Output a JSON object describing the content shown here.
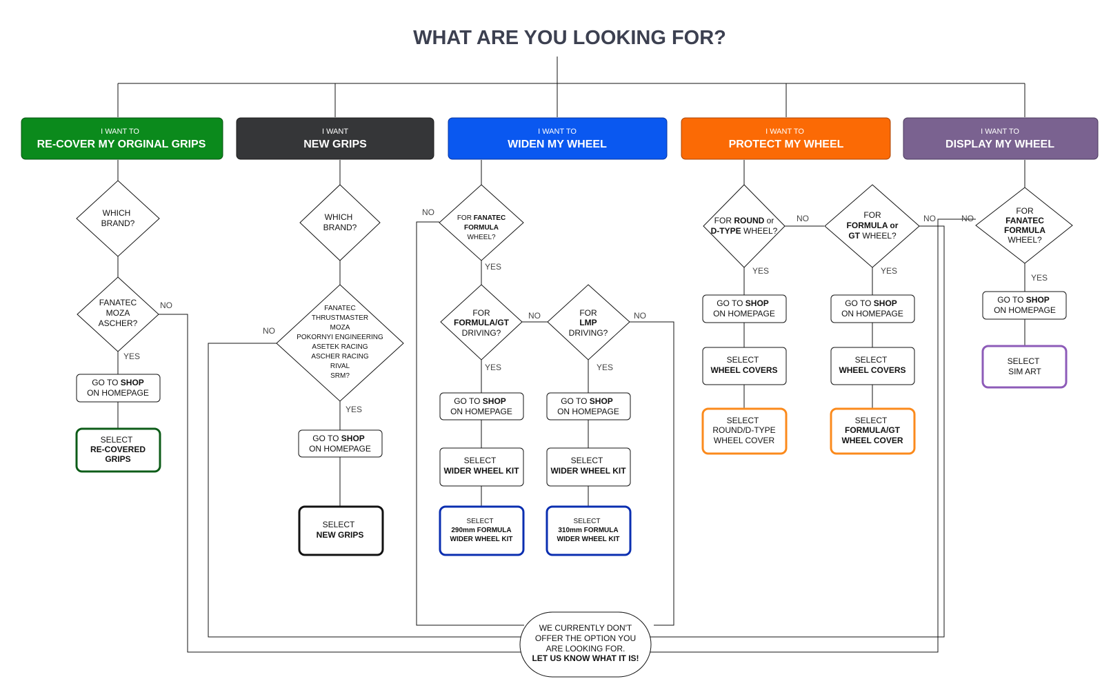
{
  "title": "WHAT ARE YOU LOOKING FOR?",
  "categories": {
    "recover": {
      "small": "I WANT TO",
      "big": "RE-COVER MY ORGINAL GRIPS",
      "color": "#0b8a1c"
    },
    "grips": {
      "small": "I WANT",
      "big": "NEW GRIPS",
      "color": "#353638"
    },
    "widen": {
      "small": "I WANT TO",
      "big": "WIDEN MY WHEEL",
      "color": "#0a58f0"
    },
    "protect": {
      "small": "I WANT TO",
      "big": "PROTECT MY WHEEL",
      "color": "#fb6a05"
    },
    "display": {
      "small": "I WANT TO",
      "big": "DISPLAY MY WHEEL",
      "color": "#7a6290"
    }
  },
  "labels": {
    "yes": "YES",
    "no": "NO"
  },
  "shop": {
    "go_to": "GO TO ",
    "shop": "SHOP",
    "homepage": "ON HOMEPAGE"
  },
  "recover": {
    "which_brand": [
      "WHICH",
      "BRAND?"
    ],
    "brand_q": [
      "FANATEC",
      "MOZA",
      "ASCHER?"
    ],
    "result": [
      "SELECT",
      "RE-COVERED",
      "GRIPS"
    ],
    "result_color": "#0d5c18"
  },
  "grips": {
    "which_brand": [
      "WHICH",
      "BRAND?"
    ],
    "brands": [
      "FANATEC",
      "THRUSTMASTER",
      "MOZA",
      "POKORNYI ENGINEERING",
      "ASETEK RACING",
      "ASCHER RACING",
      "RIVAL",
      "SRM?"
    ],
    "result": [
      "SELECT",
      "NEW GRIPS"
    ],
    "result_color": "#111111"
  },
  "widen": {
    "fanatec_q": {
      "pre": "FOR ",
      "bold": "FANATEC",
      "line2": "FORMULA",
      "line3": "WHEEL?"
    },
    "formula_gt_q": [
      "FOR",
      "FORMULA/GT",
      "DRIVING?"
    ],
    "lmp_q": [
      "FOR",
      "LMP",
      "DRIVING?"
    ],
    "select_kit": [
      "SELECT",
      "WIDER WHEEL KIT"
    ],
    "result_290": [
      "SELECT",
      "290mm FORMULA",
      "WIDER WHEEL KIT"
    ],
    "result_310": [
      "SELECT",
      "310mm FORMULA",
      "WIDER WHEEL KIT"
    ],
    "result_color": "#0a2eb0"
  },
  "protect": {
    "round_q": {
      "pre": "FOR ",
      "bold": "ROUND",
      "post": " or",
      "line2a": "D-TYPE",
      "line2b": " WHEEL?"
    },
    "formula_q": {
      "line1": "FOR",
      "bold": "FORMULA",
      "post": " or",
      "line3a": "GT",
      "line3b": " WHEEL?"
    },
    "select_covers": [
      "SELECT",
      "WHEEL COVERS"
    ],
    "result_round": [
      "SELECT",
      "ROUND/D-TYPE",
      "WHEEL COVER"
    ],
    "result_formula": [
      "SELECT",
      "FORMULA/GT",
      "WHEEL COVER"
    ],
    "result_color": "#fb8a1c"
  },
  "display": {
    "fanatec_q": [
      "FOR",
      "FANATEC",
      "FORMULA",
      "WHEEL?"
    ],
    "result": [
      "SELECT",
      "SIM ART"
    ],
    "result_color": "#8d5bb8"
  },
  "fallback": [
    "WE CURRENTLY DON'T",
    "OFFER THE OPTION YOU",
    "ARE LOOKING FOR.",
    "LET US KNOW WHAT IT IS!"
  ]
}
